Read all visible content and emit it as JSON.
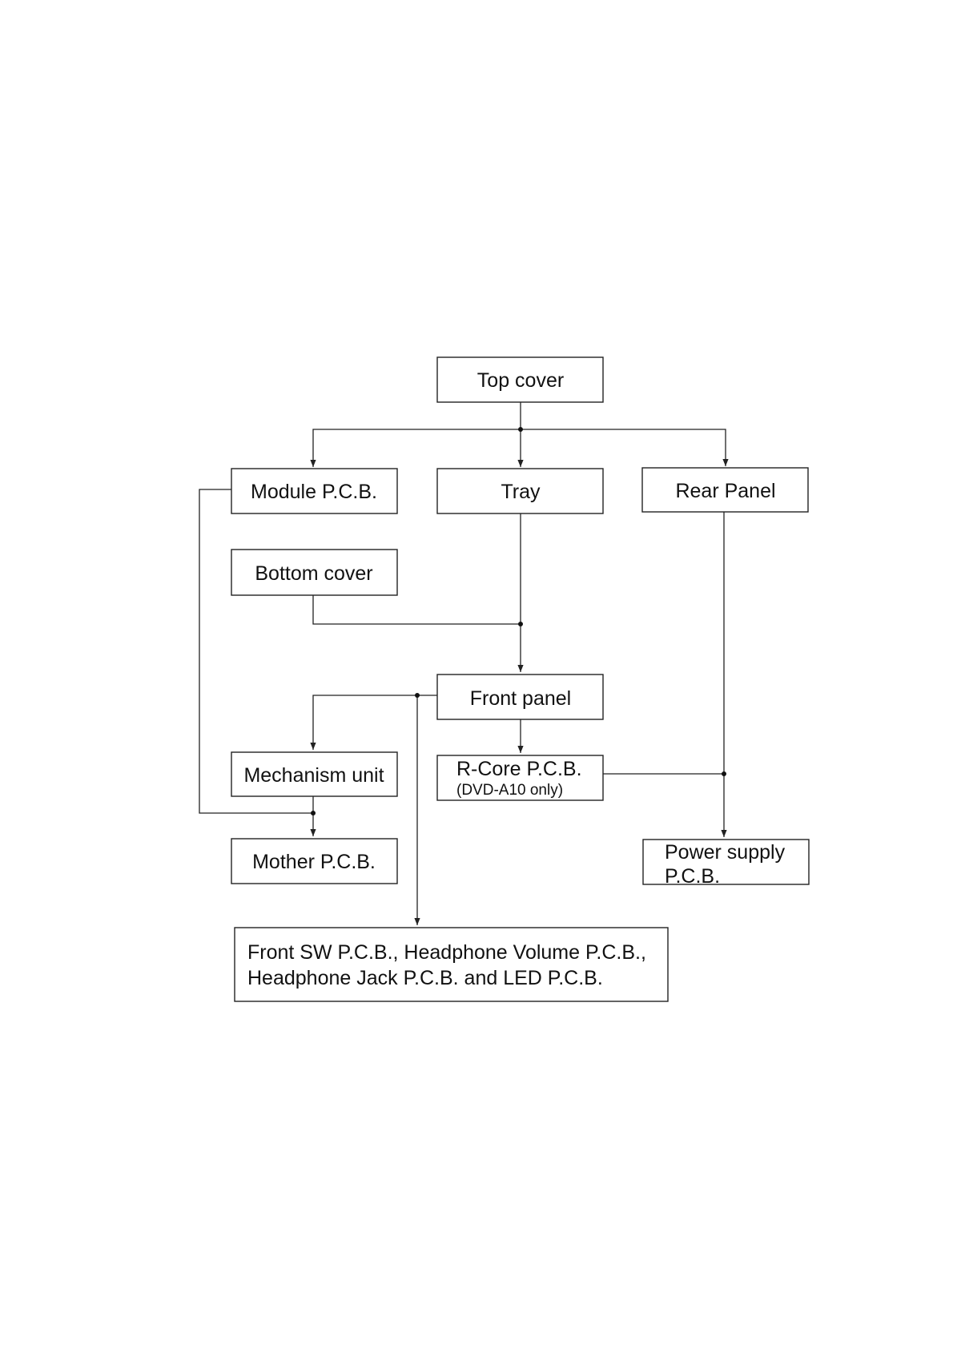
{
  "nodes": {
    "top_cover": "Top cover",
    "module_pcb": "Module P.C.B.",
    "tray": "Tray",
    "rear_panel": "Rear Panel",
    "bottom_cover": "Bottom cover",
    "front_panel": "Front panel",
    "mechanism_unit": "Mechanism unit",
    "rcore_pcb": "R-Core P.C.B.",
    "rcore_note": "(DVD-A10 only)",
    "mother_pcb": "Mother P.C.B.",
    "power_supply_line1": "Power supply",
    "power_supply_line2": "P.C.B.",
    "front_sw_line1": "Front SW P.C.B., Headphone Volume P.C.B.,",
    "front_sw_line2": "Headphone Jack P.C.B. and LED P.C.B."
  },
  "edges": [
    {
      "from": "Top cover",
      "to": "Module P.C.B."
    },
    {
      "from": "Top cover",
      "to": "Tray"
    },
    {
      "from": "Top cover",
      "to": "Rear Panel"
    },
    {
      "from": "Tray",
      "to": "Front panel"
    },
    {
      "from": "Bottom cover",
      "to": "Front panel"
    },
    {
      "from": "Front panel",
      "to": "Mechanism unit"
    },
    {
      "from": "Front panel",
      "to": "R-Core P.C.B."
    },
    {
      "from": "Front panel",
      "to": "Front SW P.C.B., Headphone Volume P.C.B., Headphone Jack P.C.B. and LED P.C.B."
    },
    {
      "from": "Mechanism unit",
      "to": "Mother P.C.B."
    },
    {
      "from": "Module P.C.B.",
      "to": "Mother P.C.B."
    },
    {
      "from": "Rear Panel",
      "to": "Power supply P.C.B."
    },
    {
      "from": "R-Core P.C.B.",
      "to": "Power supply P.C.B."
    }
  ]
}
